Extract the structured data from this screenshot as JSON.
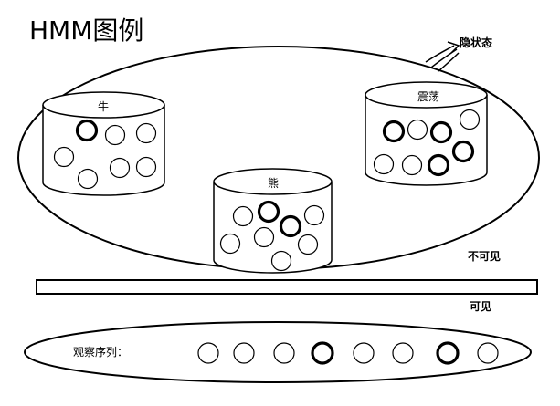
{
  "title": "HMM图例",
  "labels": {
    "hidden_state": "隐状态",
    "invisible": "不可见",
    "visible": "可见",
    "observation_sequence": "观察序列："
  },
  "jars": [
    {
      "id": "cow",
      "label": "牛",
      "balls": [
        {
          "bold": true
        },
        {
          "bold": false
        },
        {
          "bold": false
        },
        {
          "bold": false
        },
        {
          "bold": false
        },
        {
          "bold": false
        },
        {
          "bold": false
        }
      ]
    },
    {
      "id": "bear",
      "label": "熊",
      "balls": [
        {
          "bold": false
        },
        {
          "bold": true
        },
        {
          "bold": false
        },
        {
          "bold": false
        },
        {
          "bold": true
        },
        {
          "bold": false
        },
        {
          "bold": false
        },
        {
          "bold": false
        }
      ]
    },
    {
      "id": "oscillation",
      "label": "震荡",
      "balls": [
        {
          "bold": false
        },
        {
          "bold": true
        },
        {
          "bold": false
        },
        {
          "bold": true
        },
        {
          "bold": true
        },
        {
          "bold": false
        },
        {
          "bold": false
        },
        {
          "bold": true
        }
      ]
    }
  ],
  "observations": [
    {
      "bold": false
    },
    {
      "bold": false
    },
    {
      "bold": false
    },
    {
      "bold": true
    },
    {
      "bold": false
    },
    {
      "bold": false
    },
    {
      "bold": true
    },
    {
      "bold": false
    }
  ],
  "colors": {
    "stroke": "#000000",
    "background": "#ffffff"
  }
}
